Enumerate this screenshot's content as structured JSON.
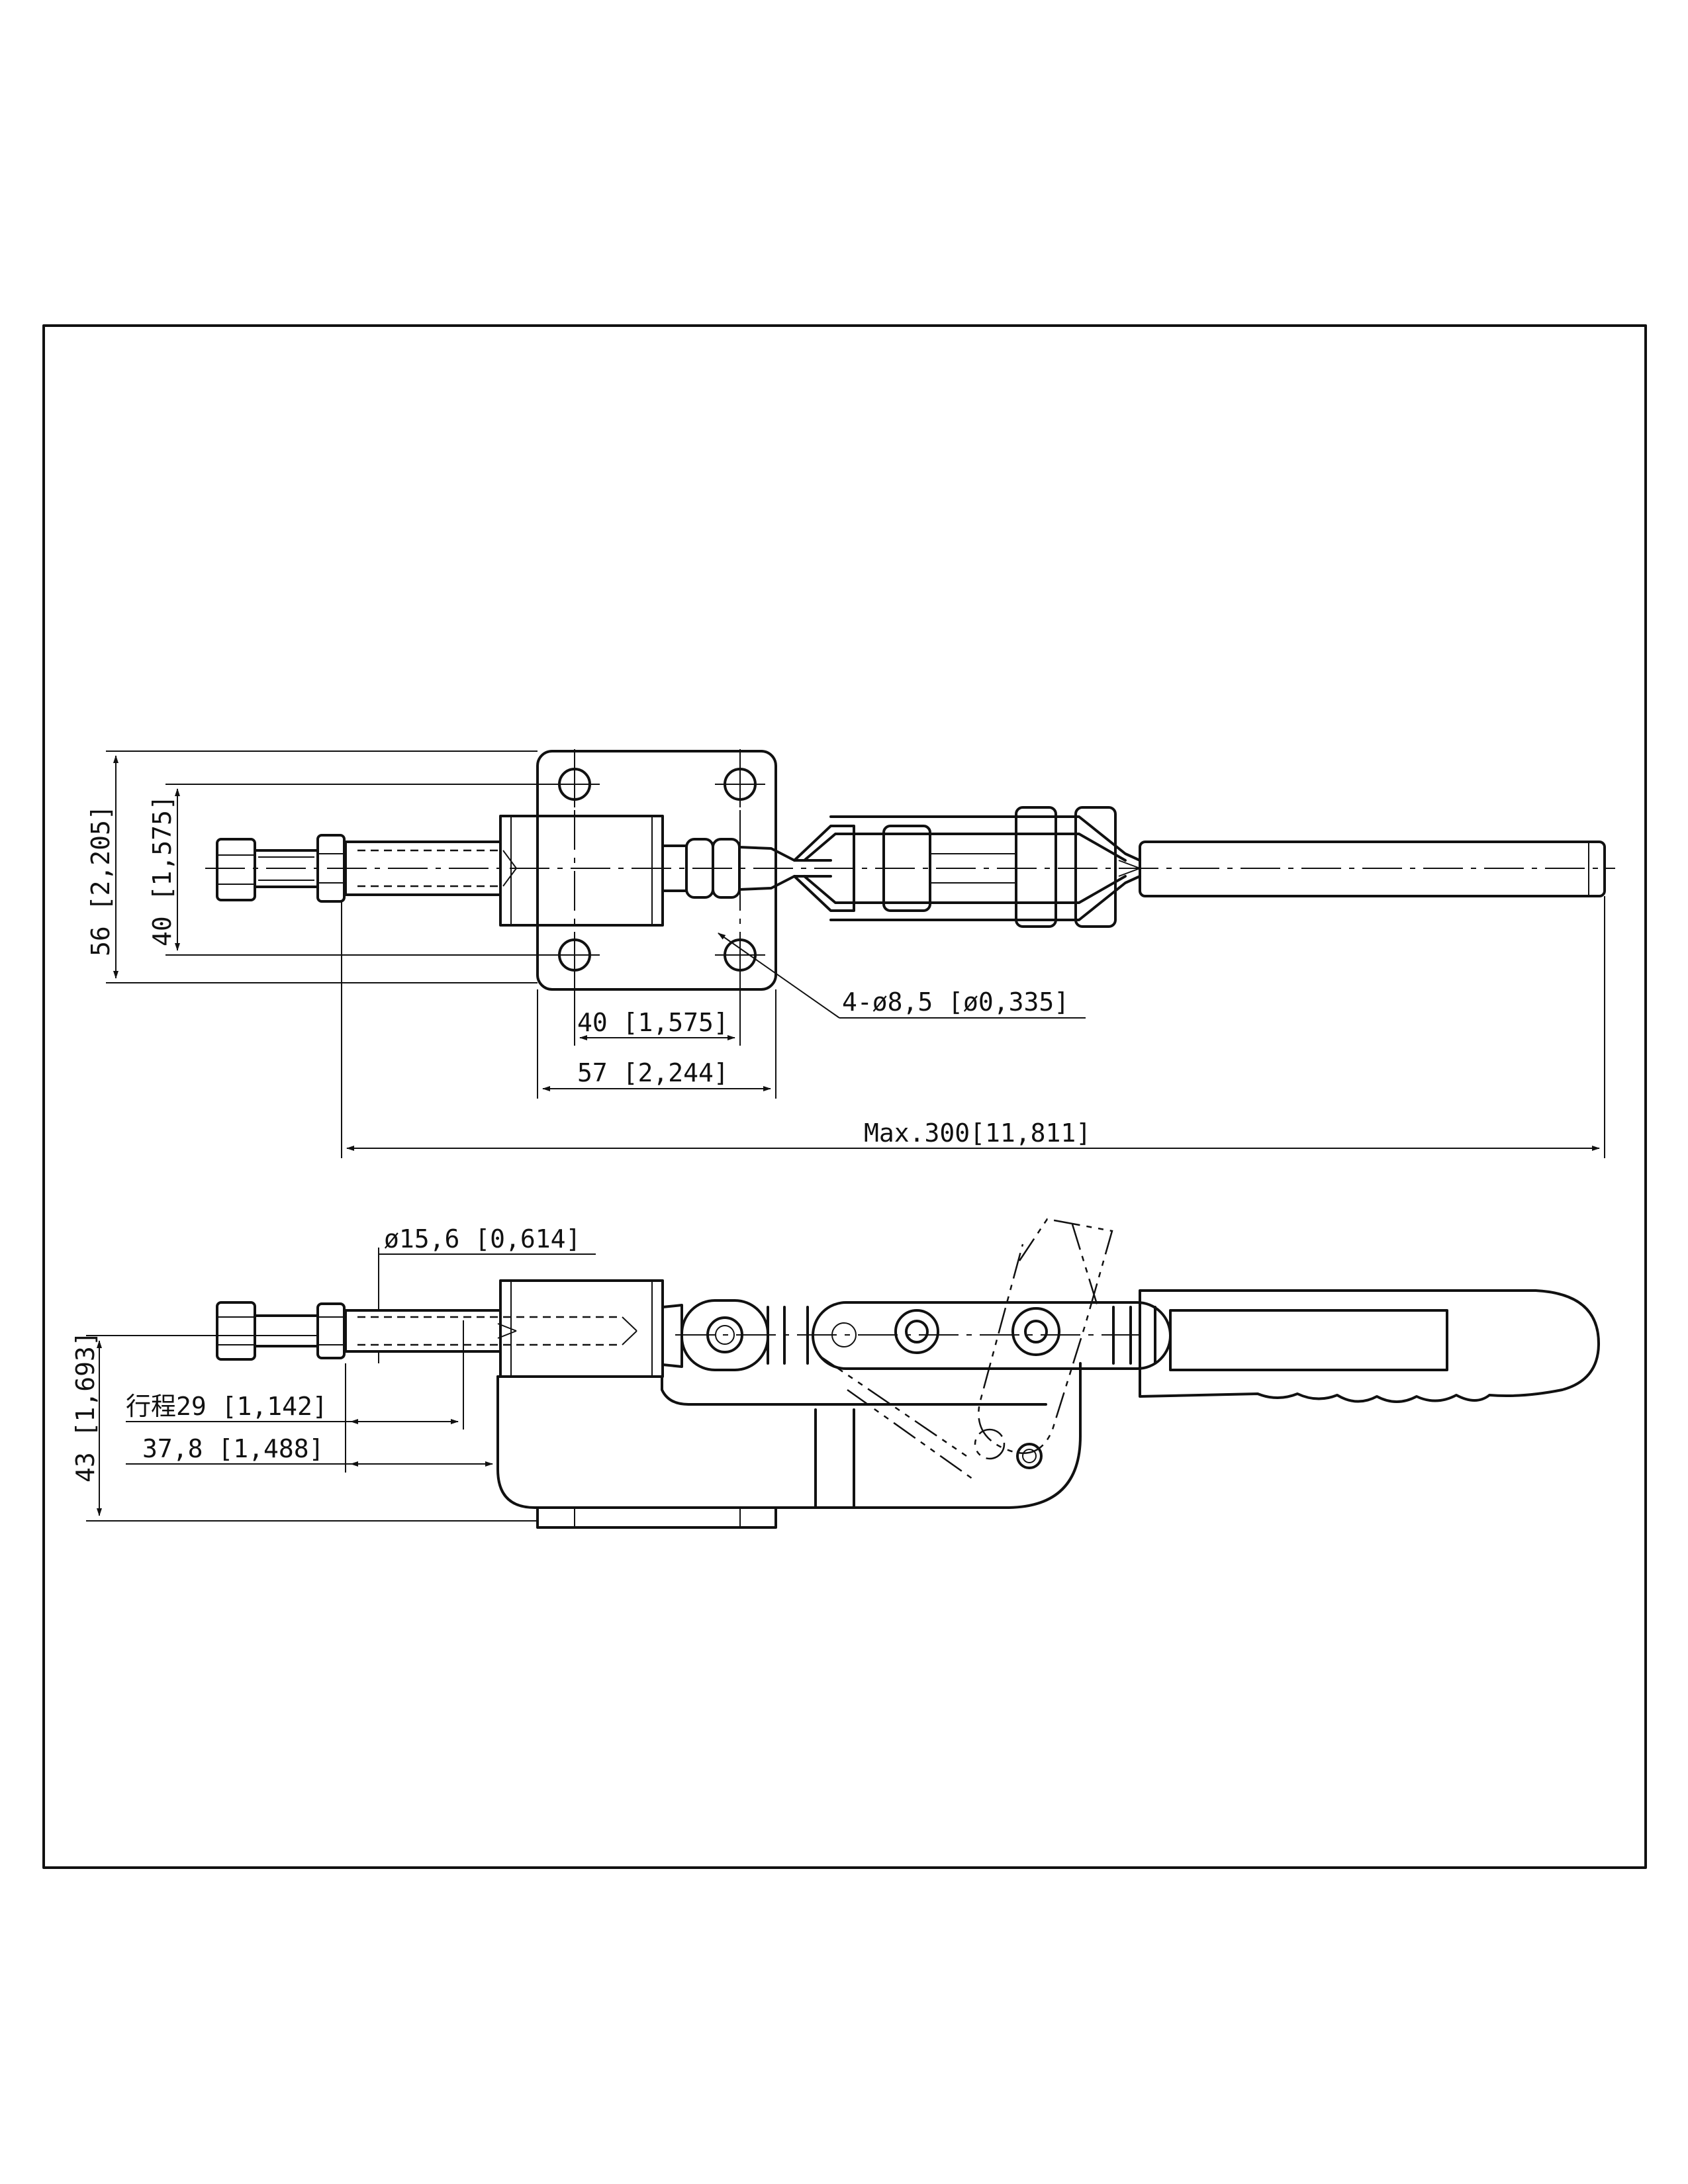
{
  "dimensions": {
    "overall_height": "56 [2,205]",
    "hole_spacing_vertical": "40 [1,575]",
    "hole_spacing_horizontal": "40 [1,575]",
    "base_width": "57 [2,244]",
    "max_length": "Max.300[11,811]",
    "hole_callout": "4-ø8,5 [ø0,335]",
    "plunger_diameter": "ø15,6 [0,614]",
    "stroke": "行程29 [1,142]",
    "plunger_offset": "37,8 [1,488]",
    "side_height": "43 [1,693]"
  }
}
